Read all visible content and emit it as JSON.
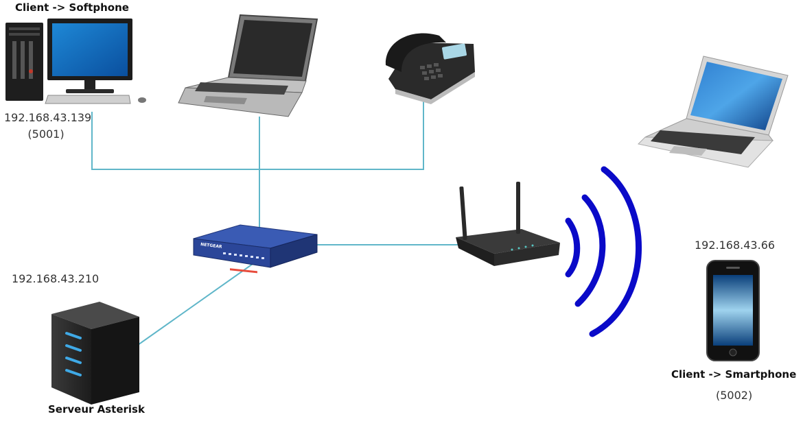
{
  "desktop_client": {
    "title": "Client -> Softphone",
    "ip": "192.168.43.139",
    "port": "(5001)"
  },
  "server": {
    "ip": "192.168.43.210",
    "name": "Serveur Asterisk"
  },
  "smartphone_client": {
    "ip": "192.168.43.66",
    "title": "Client -> Smartphone",
    "port": "(5002)"
  },
  "switch": {
    "brand": "NETGEAR"
  },
  "colors": {
    "link": "#5fb6c9",
    "wifi": "#0a0ac8",
    "phone": "#1a1a1a",
    "server": "#2b2b2b",
    "led": "#3fa9e6"
  }
}
